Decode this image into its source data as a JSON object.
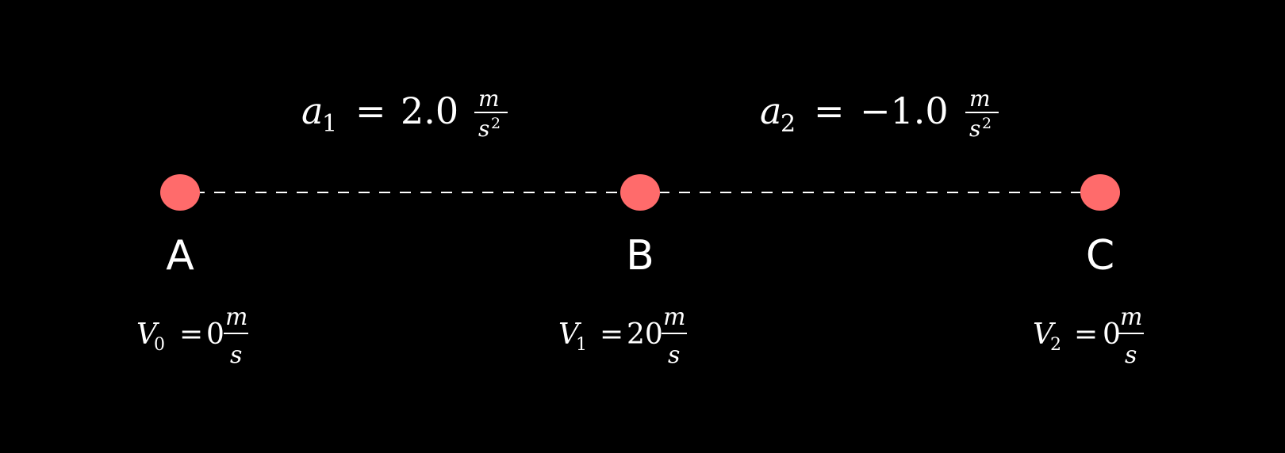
{
  "colors": {
    "background": "#000000",
    "point": "#ff6b6b",
    "text": "#ffffff",
    "line": "#ffffff"
  },
  "points": [
    {
      "id": "A",
      "label": "A"
    },
    {
      "id": "B",
      "label": "B"
    },
    {
      "id": "C",
      "label": "C"
    }
  ],
  "accelerations": [
    {
      "symbol": "a",
      "index": "1",
      "equals": "=",
      "value": "2.0",
      "unit_num": "m",
      "unit_den": "s",
      "unit_den_exp": "2"
    },
    {
      "symbol": "a",
      "index": "2",
      "equals": "=",
      "value": "−1.0",
      "unit_num": "m",
      "unit_den": "s",
      "unit_den_exp": "2"
    }
  ],
  "velocities": [
    {
      "symbol": "V",
      "index": "0",
      "equals": "=",
      "value": "0",
      "unit_num": "m",
      "unit_den": "s"
    },
    {
      "symbol": "V",
      "index": "1",
      "equals": "=",
      "value": "20",
      "unit_num": "m",
      "unit_den": "s"
    },
    {
      "symbol": "V",
      "index": "2",
      "equals": "=",
      "value": "0",
      "unit_num": "m",
      "unit_den": "s"
    }
  ]
}
